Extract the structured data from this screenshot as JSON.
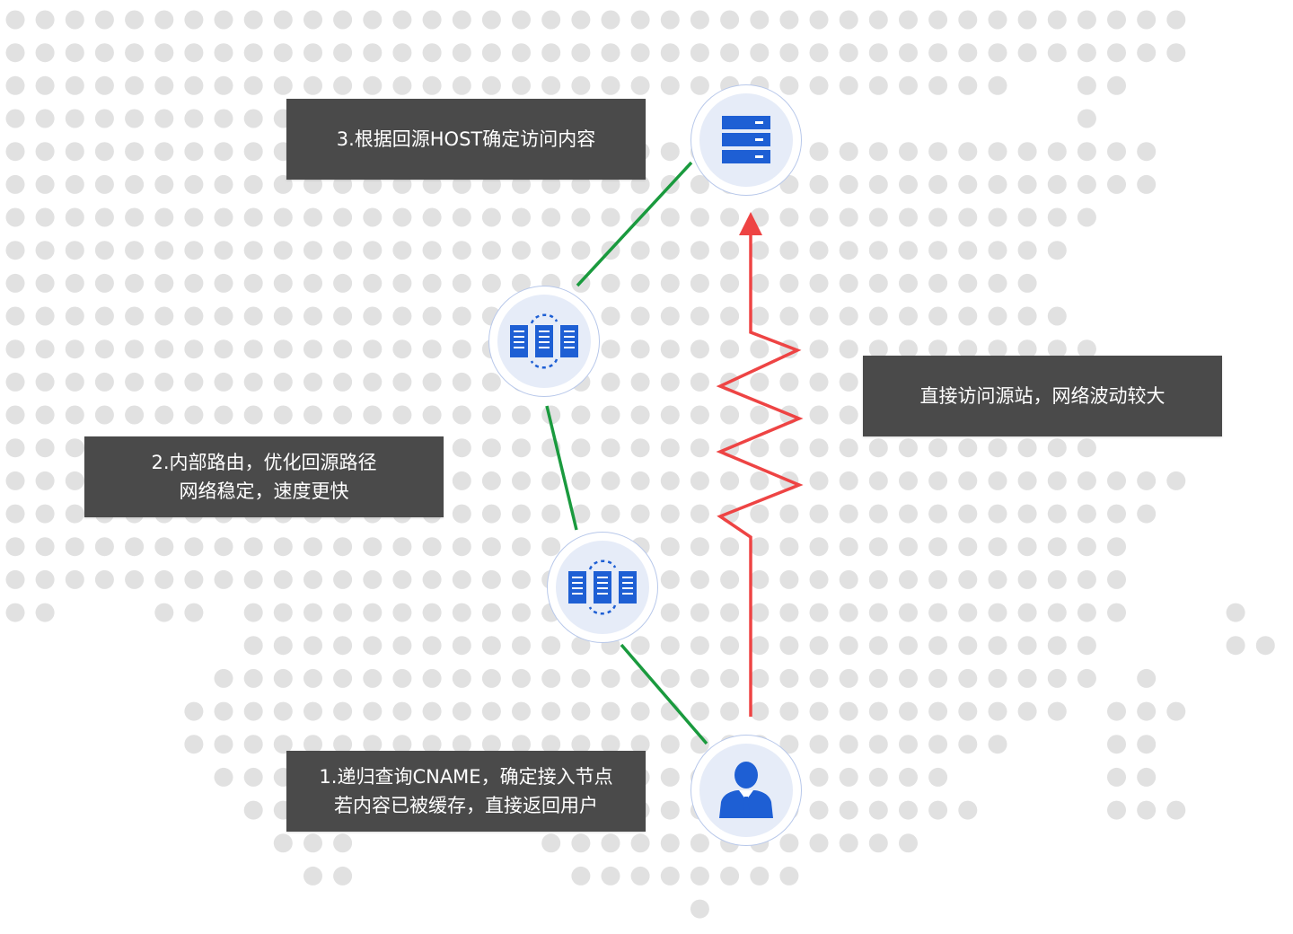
{
  "colors": {
    "dot": "#e1e1e1",
    "label_bg": "#4a4a4a",
    "label_text": "#ffffff",
    "path_green": "#1a9a3e",
    "path_red": "#ee4444",
    "icon_blue": "#1e5fd4",
    "node_fill": "#e6ecf8",
    "node_ring": "#b8c8ea"
  },
  "labels": {
    "step3": "3.根据回源HOST确定访问内容",
    "step2_line1": "2.内部路由，优化回源路径",
    "step2_line2": "网络稳定，速度更快",
    "step1_line1": "1.递归查询CNAME，确定接入节点",
    "step1_line2": "若内容已被缓存，直接返回用户",
    "direct": "直接访问源站，网络波动较大"
  },
  "nodes": [
    {
      "id": "origin-server",
      "icon": "server-stack-icon"
    },
    {
      "id": "relay-node",
      "icon": "cdn-cluster-icon"
    },
    {
      "id": "edge-node",
      "icon": "cdn-cluster-icon"
    },
    {
      "id": "user",
      "icon": "user-icon"
    }
  ]
}
